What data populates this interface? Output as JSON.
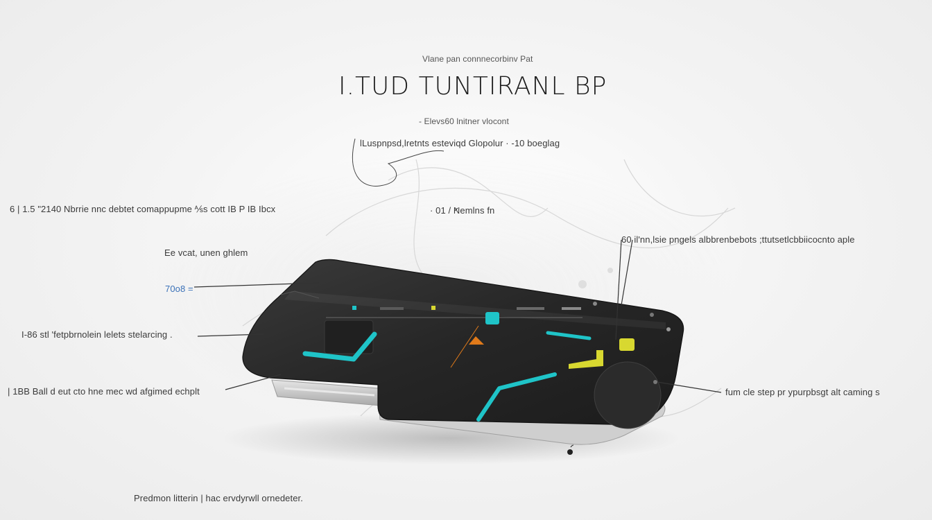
{
  "header": {
    "kicker": "Vlane pan connnecorbinv Pat",
    "title": "I.TUD TUNTIRANL BP",
    "subtitle": "- Elevs60 lnitner vlocont",
    "tagline": "lLuspnpsd,lretnts esteviqd Glopolur · -10 boeglag"
  },
  "annotations": {
    "left_top": "6 | 1.5 \"2140 Nbrrie nnc debtet comappupme ⅍s cott IB P IB Ibcx",
    "center_top": "· 01 / Nemlns fn",
    "right_top": "60 il'nn,lsie pngels albbrenbebots ;ttutsetlcbbiicocnto aple",
    "left_label": "Ee vcat, unen ghlem",
    "left_number": "70o8 =",
    "left_mid": "I-86 stl 'fetpbrnolein lelets stelarcing .",
    "left_bottom": "| 1BB Ball d eut cto hne mec wd afgimed echplt",
    "right_bottom": "fum cle step pr ypurpbsgt alt caming s",
    "footer": "Predmon litterin | hac ervdyrwll ornedeter."
  },
  "colors": {
    "accent_cyan": "#1fc4c8",
    "accent_yellow": "#d8d830",
    "accent_orange": "#e07a1a",
    "device_dark": "#2a2a2a",
    "device_frame": "#bfbfbf"
  },
  "icons": {
    "device": "smartphone-illustration",
    "apple_logo": "apple-logo-icon"
  }
}
